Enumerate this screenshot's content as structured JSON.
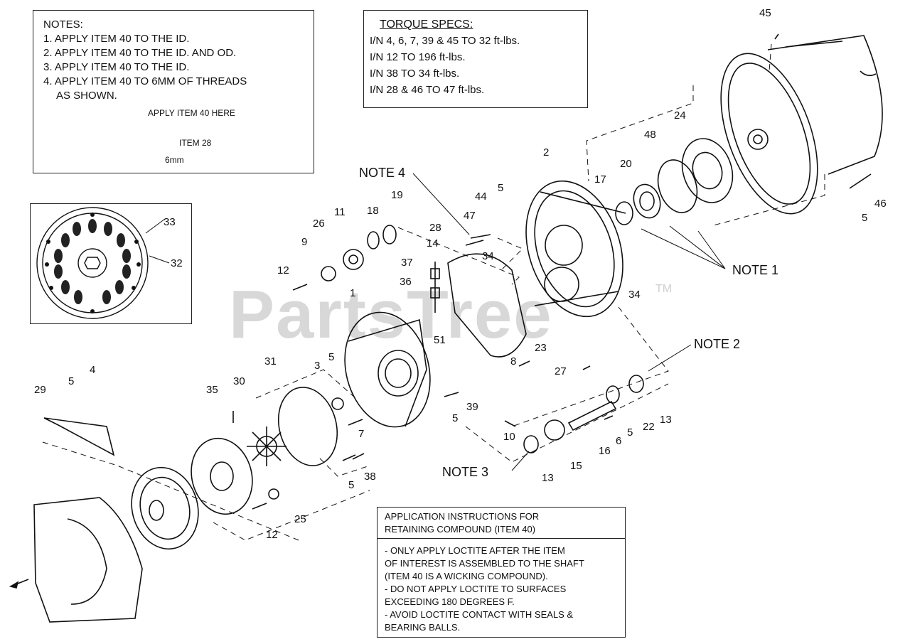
{
  "watermark": {
    "text": "PartsTree",
    "tm": "TM"
  },
  "notes_box": {
    "title": "NOTES:",
    "lines": [
      "1. APPLY ITEM 40 TO THE ID.",
      "2. APPLY ITEM 40 TO THE ID. AND OD.",
      "3. APPLY ITEM 40 TO THE ID.",
      "4. APPLY ITEM 40 TO 6MM OF THREADS",
      "AS SHOWN."
    ],
    "apply_label": "APPLY ITEM 40 HERE",
    "item_label": "ITEM 28",
    "dim_label": "6mm"
  },
  "torque_box": {
    "title": "TORQUE SPECS:",
    "lines": [
      "I/N 4, 6, 7, 39 & 45  TO 32 ft-lbs.",
      "I/N 12 TO 196 ft-lbs.",
      "I/N 38 TO 34 ft-lbs.",
      "I/N 28 & 46 TO 47 ft-lbs."
    ]
  },
  "app_box": {
    "title1": "APPLICATION INSTRUCTIONS FOR",
    "title2": "RETAINING COMPOUND (ITEM 40)",
    "lines": [
      "- ONLY APPLY LOCTITE AFTER THE ITEM",
      "OF INTEREST IS ASSEMBLED TO THE SHAFT",
      "(ITEM 40 IS A WICKING COMPOUND).",
      "- DO NOT APPLY LOCTITE TO SURFACES",
      "EXCEEDING 180 DEGREES F.",
      "- AVOID LOCTITE CONTACT WITH SEALS &",
      "BEARING BALLS."
    ]
  },
  "notes_callouts": [
    "NOTE 1",
    "NOTE 2",
    "NOTE 3",
    "NOTE 4"
  ],
  "inset_labels": [
    "33",
    "32"
  ],
  "part_labels": [
    "45",
    "46",
    "5",
    "24",
    "48",
    "20",
    "17",
    "2",
    "5",
    "44",
    "47",
    "28",
    "34",
    "34",
    "19",
    "18",
    "11",
    "26",
    "9",
    "12",
    "14",
    "37",
    "36",
    "51",
    "1",
    "8",
    "23",
    "27",
    "5",
    "3",
    "31",
    "30",
    "35",
    "29",
    "5",
    "4",
    "7",
    "38",
    "5",
    "39",
    "5",
    "10",
    "13",
    "15",
    "16",
    "6",
    "5",
    "22",
    "13",
    "25",
    "12"
  ]
}
